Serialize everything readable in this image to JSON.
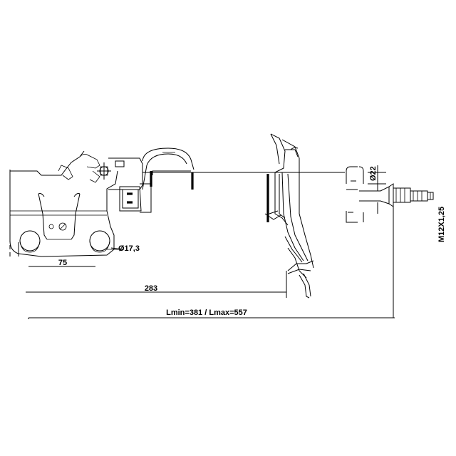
{
  "dimensions": {
    "bracket_width": "75",
    "hole_diameter": "Ø17,3",
    "mount_length": "283",
    "length_range": "Lmin=381 / Lmax=557",
    "rod_diameter": "Ø22",
    "thread": "M12X1,25"
  }
}
